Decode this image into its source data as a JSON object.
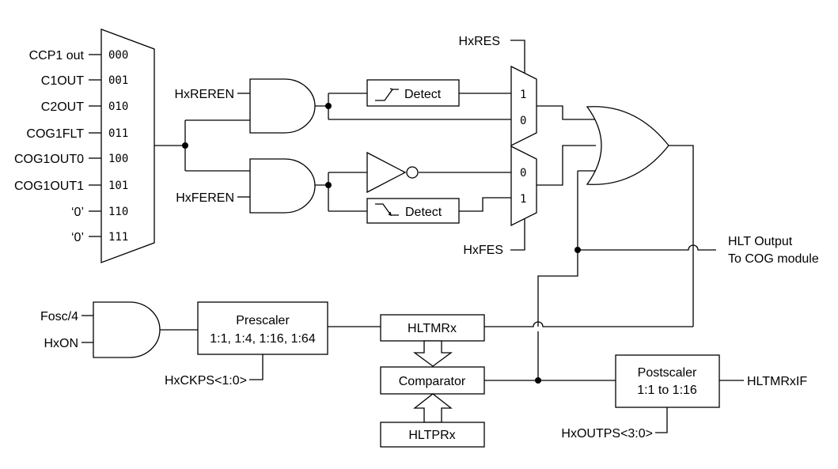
{
  "mux_inputs": [
    {
      "signal": "CCP1 out",
      "code": "000"
    },
    {
      "signal": "C1OUT",
      "code": "001"
    },
    {
      "signal": "C2OUT",
      "code": "010"
    },
    {
      "signal": "COG1FLT",
      "code": "011"
    },
    {
      "signal": "COG1OUT0",
      "code": "100"
    },
    {
      "signal": "COG1OUT1",
      "code": "101"
    },
    {
      "signal": "‘0’",
      "code": "110"
    },
    {
      "signal": "‘0’",
      "code": "111"
    }
  ],
  "labels": {
    "rising_enable": "HxREREN",
    "falling_enable": "HxFEREN",
    "rising_select": "HxRES",
    "falling_select": "HxFES",
    "detect_rising": "Detect",
    "detect_falling": "Detect",
    "mux_upper_1": "1",
    "mux_upper_0": "0",
    "mux_lower_0": "0",
    "mux_lower_1": "1",
    "output_line1": "HLT Output",
    "output_line2": "To COG module",
    "clock": "Fosc/4",
    "enable": "HxON",
    "prescaler_title": "Prescaler",
    "prescaler_ratios": "1:1, 1:4, 1:16, 1:64",
    "prescaler_select": "HxCKPS<1:0>",
    "timer": "HLTMRx",
    "comparator": "Comparator",
    "period": "HLTPRx",
    "postscaler_title": "Postscaler",
    "postscaler_ratios": "1:1 to 1:16",
    "postscaler_select": "HxOUTPS<3:0>",
    "interrupt_flag": "HLTMRxIF"
  }
}
